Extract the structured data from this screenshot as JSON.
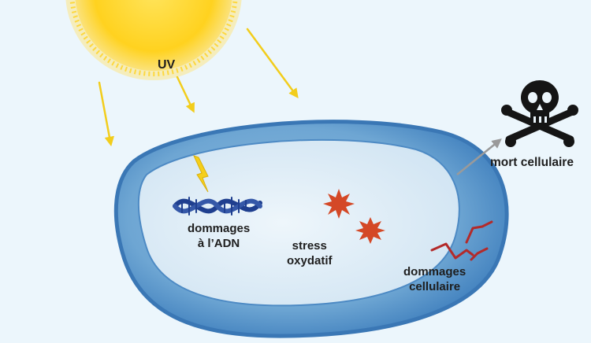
{
  "labels": {
    "uv": "UV",
    "dna_damage": [
      "dommages",
      "à l’ADN"
    ],
    "oxidative_stress": [
      "stress",
      "oxydatif"
    ],
    "cell_damage": [
      "dommages",
      "cellulaire"
    ],
    "cell_death": "mort cellulaire"
  },
  "icons": [
    "sun-icon",
    "uv-ray-arrow-icon",
    "lightning-icon",
    "dna-helix-icon",
    "star-burst-icon",
    "crack-icon",
    "skull-crossbones-icon"
  ],
  "colors": {
    "background": "#ecf6fc",
    "sun": "#ffd21f",
    "uv_arrows": "#f2cd1c",
    "cell_outer": "#3f7fbd",
    "cell_inner": "#dcebf6",
    "dna": "#1f3f8f",
    "stress": "#d44826",
    "crack": "#b32a2a",
    "skull": "#151515",
    "arrow_to_death": "#9a9a9a"
  }
}
